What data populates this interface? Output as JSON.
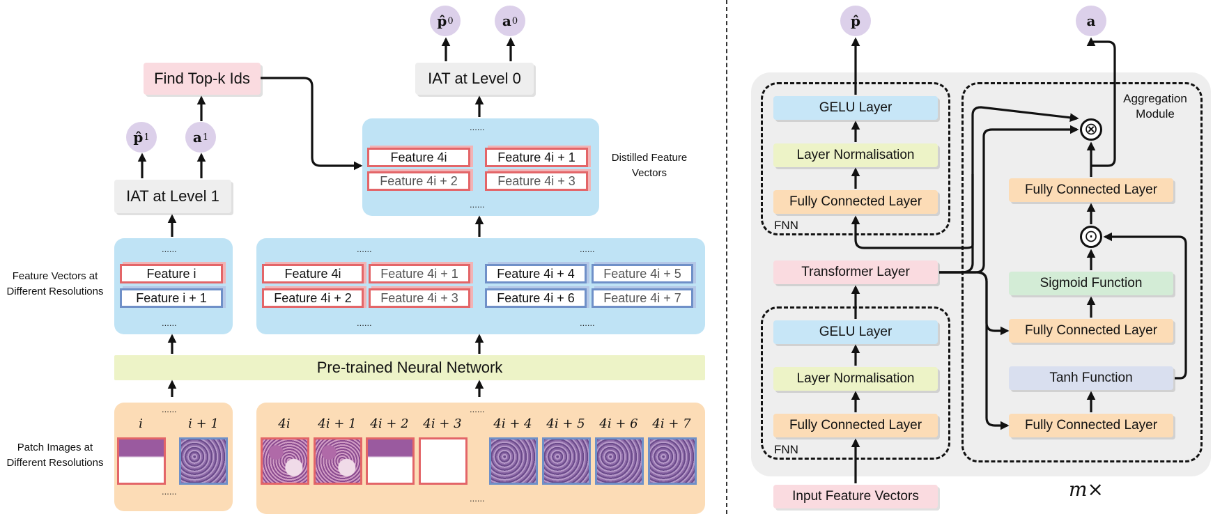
{
  "left": {
    "outputs_top": {
      "p0": "p̂",
      "p0_sup": "0",
      "a0": "a",
      "a0_sup": "0"
    },
    "outputs_level1": {
      "p1": "p̂",
      "p1_sup": "1",
      "a1": "a",
      "a1_sup": "1"
    },
    "find_topk": "Find Top-k Ids",
    "iat_level0": "IAT at Level 0",
    "iat_level1": "IAT at Level 1",
    "distilled_label": "Distilled Feature\nVectors",
    "feature_vectors_label": "Feature Vectors at\nDifferent Resolutions",
    "patch_images_label": "Patch Images at\nDifferent Resolutions",
    "pretrained": "Pre-trained Neural Network",
    "dots": "......",
    "distilled_features": [
      "Feature 4i",
      "Feature 4i + 1",
      "Feature 4i + 2",
      "Feature 4i + 3"
    ],
    "level1_features": [
      "Feature i",
      "Feature i + 1"
    ],
    "level0_features": [
      "Feature 4i",
      "Feature 4i + 1",
      "Feature 4i + 2",
      "Feature 4i + 3",
      "Feature 4i + 4",
      "Feature 4i + 5",
      "Feature 4i + 6",
      "Feature 4i + 7"
    ],
    "patch_labels_l1": [
      "i",
      "i + 1"
    ],
    "patch_labels_l0": [
      "4i",
      "4i + 1",
      "4i + 2",
      "4i + 3",
      "4i + 4",
      "4i + 5",
      "4i + 6",
      "4i + 7"
    ]
  },
  "right": {
    "out_p": "p̂",
    "out_a": "a",
    "fnn_top": {
      "gelu": "GELU Layer",
      "norm": "Layer Normalisation",
      "fc": "Fully Connected Layer",
      "tag": "FNN"
    },
    "transformer": "Transformer Layer",
    "fnn_bottom": {
      "gelu": "GELU Layer",
      "norm": "Layer Normalisation",
      "fc": "Fully Connected Layer",
      "tag": "FNN"
    },
    "input": "Input Feature Vectors",
    "aggregation": {
      "label": "Aggregation\nModule",
      "fc_top": "Fully Connected Layer",
      "sigmoid": "Sigmoid Function",
      "fc_mid": "Fully Connected Layer",
      "tanh": "Tanh Function",
      "fc_bottom": "Fully Connected Layer",
      "otimes": "⊗",
      "odot": "⊙"
    },
    "repeat": "m×"
  },
  "colors": {
    "red_border": "#e36568",
    "blue_border": "#6f90c8",
    "blue_region": "#bfe3f5",
    "orange_region": "#fcdcb6",
    "output_circle": "#dcd0ea"
  }
}
